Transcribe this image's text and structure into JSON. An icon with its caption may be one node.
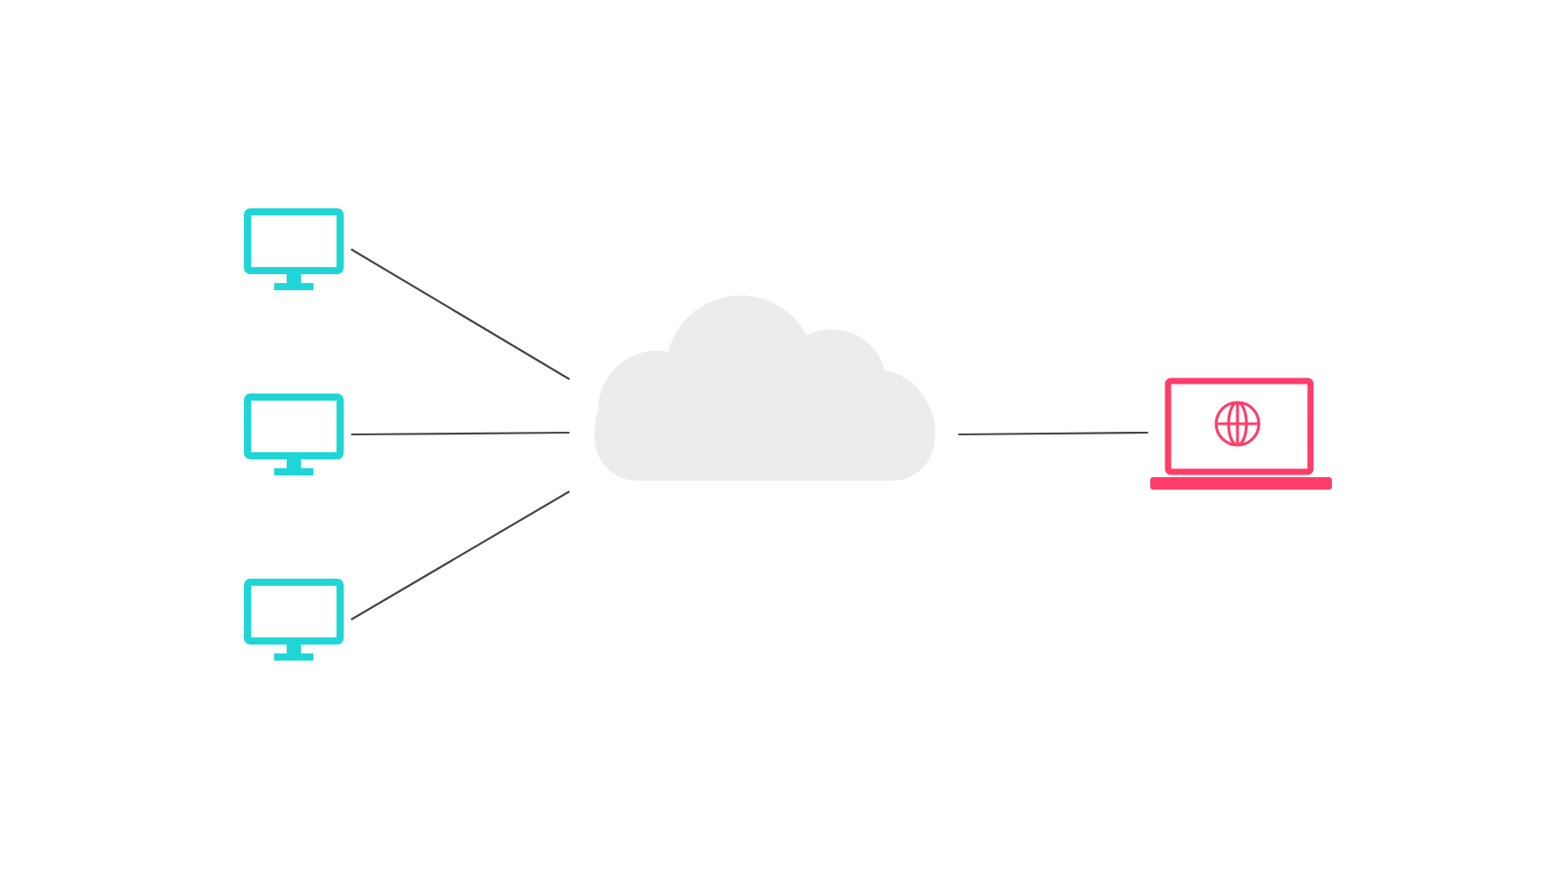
{
  "diagram": {
    "nodes": [
      {
        "text": [],
        "shape": "monitor"
      },
      {
        "text": [],
        "shape": "monitor"
      },
      {
        "text": [],
        "shape": "monitor"
      },
      {
        "text": [],
        "shape": "cloud"
      },
      {
        "text": [],
        "shape": "laptop"
      }
    ],
    "edges": [
      {
        "from": 0,
        "to": 3,
        "arrow": "none"
      },
      {
        "from": 1,
        "to": 3,
        "arrow": "none"
      },
      {
        "from": 2,
        "to": 3,
        "arrow": "none"
      },
      {
        "from": 3,
        "to": 4,
        "arrow": "none"
      }
    ]
  }
}
